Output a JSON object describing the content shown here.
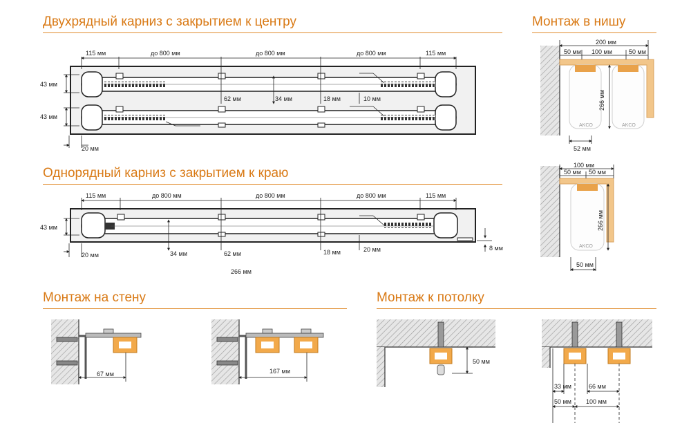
{
  "sections": {
    "double": "Двухрядный карниз с закрытием к центру",
    "single": "Однорядный карниз с закрытием к краю",
    "niche": "Монтаж в нишу",
    "wall": "Монтаж на стену",
    "ceiling": "Монтаж к потолку"
  },
  "dims": {
    "mm115": "115 мм",
    "upto800": "до 800 мм",
    "mm43": "43 мм",
    "mm20": "20 мм",
    "mm62": "62 мм",
    "mm34": "34 мм",
    "mm18": "18 мм",
    "mm10": "10 мм",
    "mm8": "8 мм",
    "mm266": "266 мм",
    "mm200": "200 мм",
    "mm50": "50 мм",
    "mm100": "100 мм",
    "mm52": "52 мм",
    "mm67": "67 мм",
    "mm167": "167 мм",
    "mm33": "33 мм",
    "mm66": "66 мм"
  },
  "brand": "AKCO",
  "colors": {
    "accent": "#d97a16",
    "profile": "#e9a24a",
    "panel": "#f1f1f1"
  }
}
